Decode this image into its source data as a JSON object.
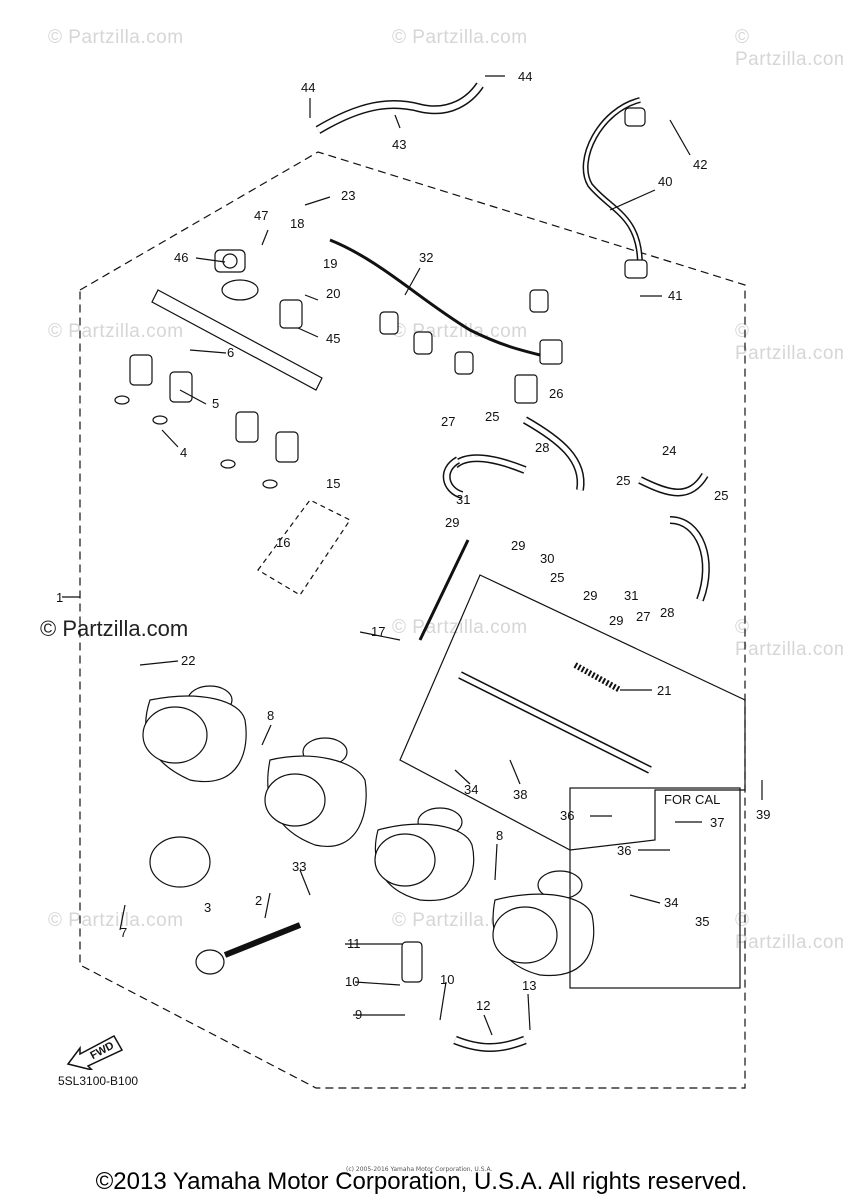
{
  "watermark": "© Partzilla.com",
  "diagram_code": "5SL3100-B100",
  "tiny_copyright": "(c) 2005-2016 Yamaha Motor Corporation, U.S.A.",
  "copyright": "©2013 Yamaha Motor Corporation, U.S.A. All rights reserved.",
  "for_cal_label": "FOR CAL",
  "fwd_label": "FWD",
  "part_numbers": [
    "1",
    "2",
    "3",
    "4",
    "5",
    "6",
    "7",
    "8",
    "8",
    "9",
    "10",
    "10",
    "11",
    "12",
    "13",
    "15",
    "16",
    "17",
    "18",
    "19",
    "20",
    "21",
    "22",
    "23",
    "24",
    "25",
    "25",
    "25",
    "25",
    "26",
    "27",
    "27",
    "28",
    "28",
    "29",
    "29",
    "29",
    "30",
    "31",
    "31",
    "32",
    "33",
    "34",
    "34",
    "35",
    "36",
    "36",
    "37",
    "38",
    "39",
    "40",
    "41",
    "42",
    "43",
    "44",
    "44",
    "45",
    "46",
    "47"
  ]
}
